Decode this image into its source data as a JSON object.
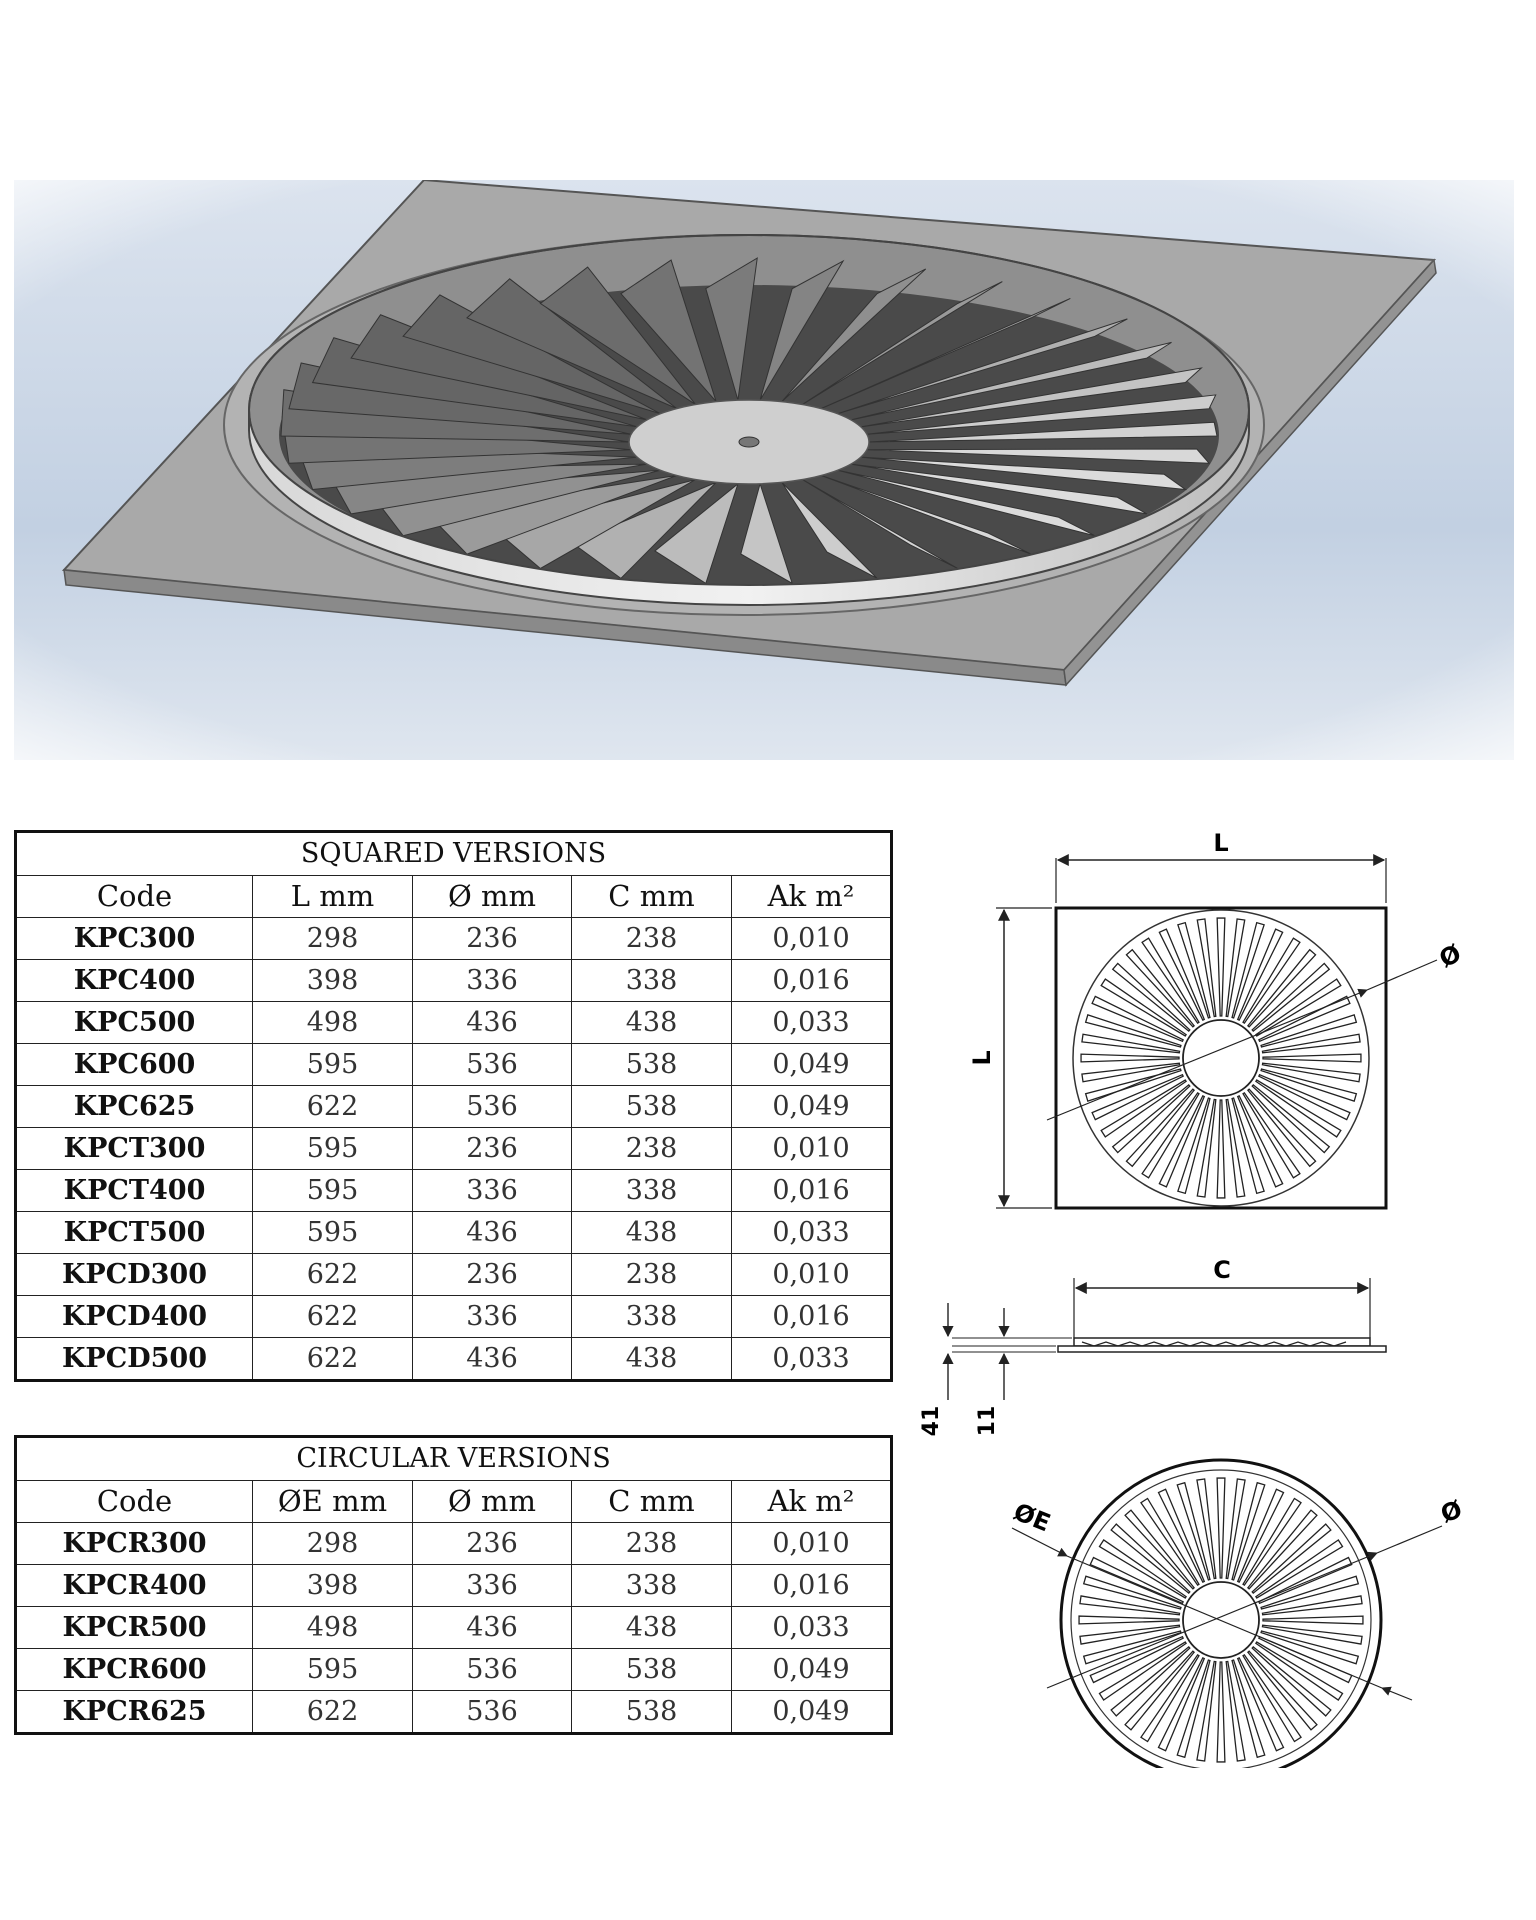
{
  "render": {
    "background_top": "#d9e2ee",
    "background_bottom": "#a9bcd4"
  },
  "squared": {
    "title": "SQUARED VERSIONS",
    "headers": [
      "Code",
      "L mm",
      "Ø mm",
      "C mm",
      "Ak m²"
    ],
    "rows": [
      [
        "KPC300",
        "298",
        "236",
        "238",
        "0,010"
      ],
      [
        "KPC400",
        "398",
        "336",
        "338",
        "0,016"
      ],
      [
        "KPC500",
        "498",
        "436",
        "438",
        "0,033"
      ],
      [
        "KPC600",
        "595",
        "536",
        "538",
        "0,049"
      ],
      [
        "KPC625",
        "622",
        "536",
        "538",
        "0,049"
      ],
      [
        "KPCT300",
        "595",
        "236",
        "238",
        "0,010"
      ],
      [
        "KPCT400",
        "595",
        "336",
        "338",
        "0,016"
      ],
      [
        "KPCT500",
        "595",
        "436",
        "438",
        "0,033"
      ],
      [
        "KPCD300",
        "622",
        "236",
        "238",
        "0,010"
      ],
      [
        "KPCD400",
        "622",
        "336",
        "338",
        "0,016"
      ],
      [
        "KPCD500",
        "622",
        "436",
        "438",
        "0,033"
      ]
    ]
  },
  "circular": {
    "title": "CIRCULAR VERSIONS",
    "headers": [
      "Code",
      "ØE mm",
      "Ø mm",
      "C mm",
      "Ak m²"
    ],
    "rows": [
      [
        "KPCR300",
        "298",
        "236",
        "238",
        "0,010"
      ],
      [
        "KPCR400",
        "398",
        "336",
        "338",
        "0,016"
      ],
      [
        "KPCR500",
        "498",
        "436",
        "438",
        "0,033"
      ],
      [
        "KPCR600",
        "595",
        "536",
        "538",
        "0,049"
      ],
      [
        "KPCR625",
        "622",
        "536",
        "538",
        "0,049"
      ]
    ]
  },
  "drawing": {
    "top_view": {
      "dim_width": "L",
      "dim_height": "L",
      "dim_diameter": "Ø"
    },
    "side_view": {
      "dim_c": "C",
      "dim_41": "41",
      "dim_11": "11"
    },
    "circular_view": {
      "dim_outer": "ØE",
      "dim_diameter": "Ø"
    }
  }
}
